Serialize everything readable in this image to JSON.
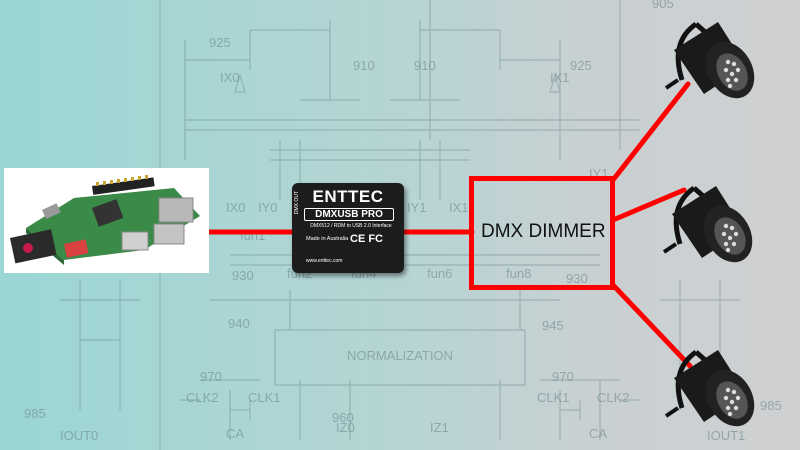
{
  "nodes": {
    "controller": {
      "name": "raspberry-pi"
    },
    "interface": {
      "logo": "ENTTEC",
      "model": "DMXUSB PRO",
      "description": "DMX512 / RDM to USB 2.0 Interface",
      "made_in": "Made in Australia",
      "website": "www.enttec.com",
      "cert": "CE FC",
      "side_label": "DMX OUT"
    },
    "dimmer": {
      "label": "DMX DIMMER"
    },
    "lights": [
      {
        "name": "par-light-1"
      },
      {
        "name": "par-light-2"
      },
      {
        "name": "par-light-3"
      }
    ]
  },
  "schematic_labels": [
    "905",
    "925",
    "910",
    "910",
    "925",
    "IX0",
    "IX1",
    "IY1",
    "IX0",
    "IY0",
    "IY1",
    "IX1",
    "fun1",
    "fun2",
    "fun4",
    "fun6",
    "fun8",
    "930",
    "930",
    "940",
    "945",
    "NORMALIZATION",
    "970",
    "970",
    "CLK2",
    "CLK1",
    "CLK1",
    "CLK2",
    "960",
    "IZ0",
    "IZ1",
    "CA",
    "CA",
    "985",
    "985",
    "IOUT0",
    "IOUT1"
  ],
  "colors": {
    "connection": "#ff0000",
    "background_left": "#9ad6d4",
    "background_right": "#cfd0d1"
  }
}
